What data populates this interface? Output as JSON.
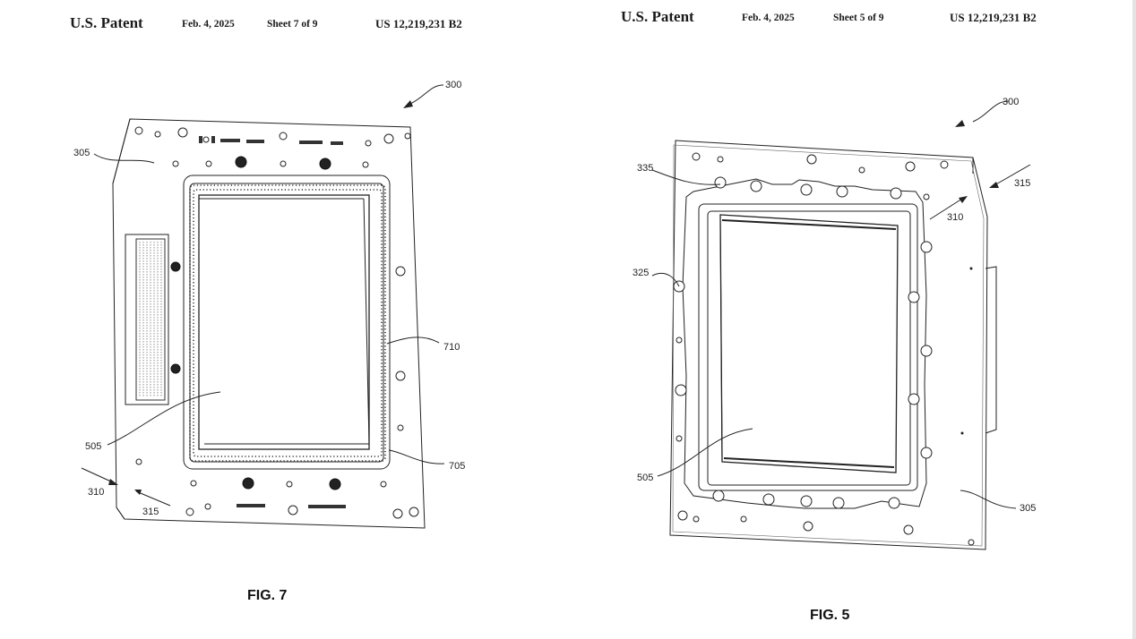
{
  "sheets": [
    {
      "header": {
        "title": "U.S. Patent",
        "date": "Feb. 4, 2025",
        "sheet": "Sheet 7 of 9",
        "number": "US 12,219,231 B2"
      },
      "figure_label": "FIG. 7",
      "refs": {
        "r300": "300",
        "r305": "305",
        "r505": "505",
        "r310": "310",
        "r315": "315",
        "r710": "710",
        "r705": "705"
      }
    },
    {
      "header": {
        "title": "U.S. Patent",
        "date": "Feb. 4, 2025",
        "sheet": "Sheet 5 of 9",
        "number": "US 12,219,231 B2"
      },
      "figure_label": "FIG. 5",
      "refs": {
        "r300": "300",
        "r335": "335",
        "r315": "315",
        "r310": "310",
        "r325": "325",
        "r505": "505",
        "r305": "305"
      }
    }
  ]
}
